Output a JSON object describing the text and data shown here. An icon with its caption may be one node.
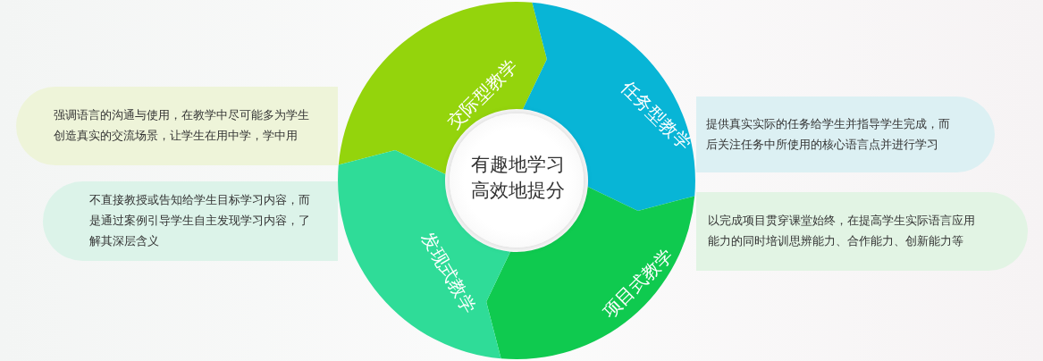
{
  "diagram": {
    "nodes": [
      {
        "text": [
          "交际型教学"
        ]
      },
      {
        "text": [
          "任务型教学"
        ]
      },
      {
        "text": [
          "项目式教学"
        ]
      },
      {
        "text": [
          "发现式教学"
        ]
      },
      {
        "text": [
          "有趣地学习高效地提分"
        ]
      },
      {
        "text": [
          "强调语言的沟通与使用，在教学中尽可能多为学生创造真实的交流场景，让学生在用中学，学中用"
        ]
      },
      {
        "text": [
          "提供真实实际的任务给学生并指导学生完成，而后关注任务中所使用的核心语言点并进行学习"
        ]
      },
      {
        "text": [
          "不直接教授或告知给学生目标学习内容，而是通过案例引导学生自主发现学习内容，了解其深层含义"
        ]
      },
      {
        "text": [
          "以完成项目贯穿课堂始终，在提高学生实际语言应用能力的同时培训思辨能力、合作能力、创新能力等"
        ]
      }
    ]
  }
}
